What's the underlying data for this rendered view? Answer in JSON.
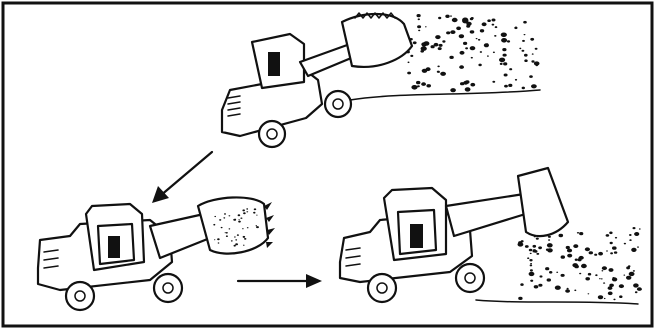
{
  "figure": {
    "background": "#ffffff",
    "ink_color": "#111111",
    "panels": [
      {
        "name": "loader-raising-bucket",
        "icon": "wheel-loader-icon"
      },
      {
        "name": "loader-full-bucket",
        "icon": "wheel-loader-icon"
      },
      {
        "name": "loader-dumping",
        "icon": "wheel-loader-icon"
      }
    ],
    "arrows": [
      {
        "name": "arrow-step-1-to-2",
        "icon": "arrow-down-left-icon"
      },
      {
        "name": "arrow-step-2-to-3",
        "icon": "arrow-right-icon"
      }
    ]
  }
}
